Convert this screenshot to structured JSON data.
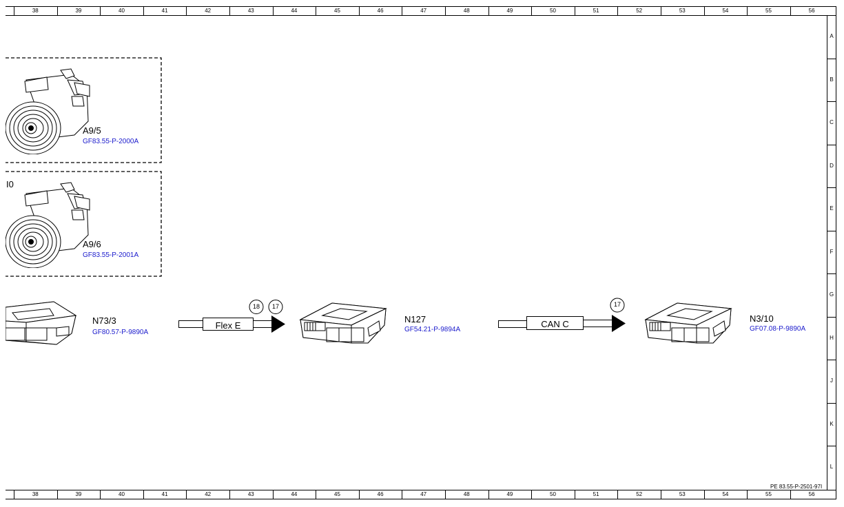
{
  "grid": {
    "columns": [
      "38",
      "39",
      "40",
      "41",
      "42",
      "43",
      "44",
      "45",
      "46",
      "47",
      "48",
      "49",
      "50",
      "51",
      "52",
      "53",
      "54",
      "55",
      "56"
    ],
    "rows": [
      "A",
      "B",
      "C",
      "D",
      "E",
      "F",
      "G",
      "H",
      "J",
      "K",
      "L"
    ]
  },
  "components": {
    "a9_5": {
      "id": "A9/5",
      "ref": "GF83.55-P-2000A"
    },
    "a9_6": {
      "id": "A9/6",
      "ref": "GF83.55-P-2001A",
      "partial_label": "I0"
    },
    "n73_3": {
      "id": "N73/3",
      "ref": "GF80.57-P-9890A"
    },
    "n127": {
      "id": "N127",
      "ref": "GF54.21-P-9894A"
    },
    "n3_10": {
      "id": "N3/10",
      "ref": "GF07.08-P-9890A"
    }
  },
  "buses": {
    "flex_e": {
      "label": "Flex E",
      "connectors": [
        "18",
        "17"
      ]
    },
    "can_c": {
      "label": "CAN C",
      "connectors": [
        "17"
      ]
    }
  },
  "footer": {
    "doc_id": "PE 83.55-P-2501-97I"
  },
  "colors": {
    "reference_link": "#1a1acc",
    "line": "#000000"
  },
  "icons": [
    "compressor-icon",
    "control-unit-icon",
    "arrow-right-icon"
  ]
}
